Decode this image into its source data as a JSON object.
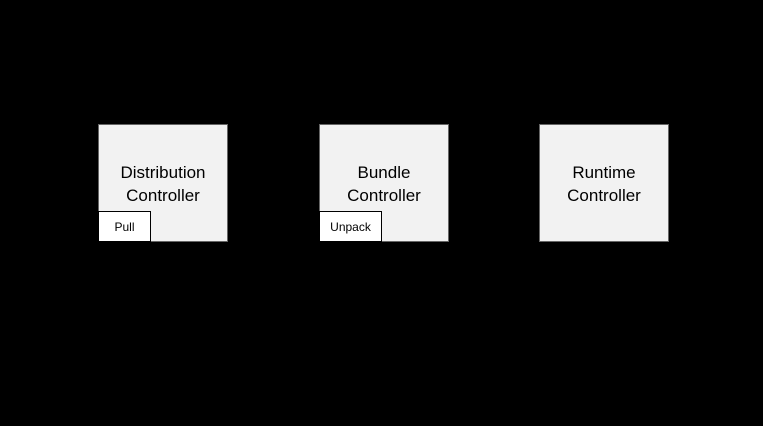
{
  "colors": {
    "canvas_background": "#000000",
    "node_fill": "#f2f2f2",
    "node_border": "#666666",
    "badge_fill": "#ffffff",
    "badge_border": "#000000",
    "text": "#000000"
  },
  "nodes": [
    {
      "label": "Distribution\nController",
      "badge": "Pull"
    },
    {
      "label": "Bundle\nController",
      "badge": "Unpack"
    },
    {
      "label": "Runtime\nController"
    }
  ]
}
